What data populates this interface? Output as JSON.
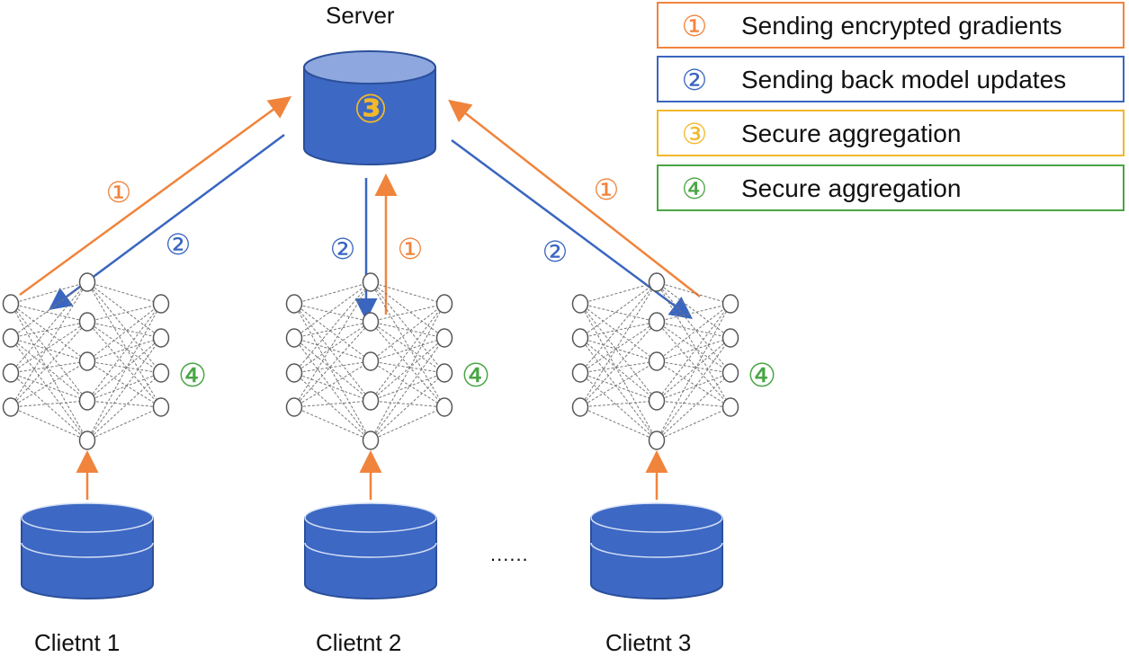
{
  "server": {
    "label": "Server",
    "step_marker": "③"
  },
  "legend": [
    {
      "marker": "①",
      "label": "Sending encrypted gradients",
      "color": "#f0843c"
    },
    {
      "marker": "②",
      "label": "Sending back model updates",
      "color": "#3a66c0"
    },
    {
      "marker": "③",
      "label": "Secure aggregation",
      "color": "#f2b82a"
    },
    {
      "marker": "④",
      "label": "Secure aggregation",
      "color": "#4aa545"
    }
  ],
  "clients": [
    {
      "label": "Clietnt 1",
      "local_marker": "④"
    },
    {
      "label": "Clietnt 2",
      "local_marker": "④"
    },
    {
      "label": "Clietnt 3",
      "local_marker": "④"
    }
  ],
  "flow_markers": {
    "upload": "①",
    "download": "②"
  },
  "ellipsis": "......",
  "colors": {
    "db_fill": "#3d68c4",
    "db_stroke": "#2b4f9a",
    "db_top_light": "#8ea8df",
    "upload_arrow": "#f0843c",
    "download_arrow": "#3a66c0",
    "network_edge": "#777777"
  },
  "icons": [
    "database-icon",
    "neural-network-icon",
    "arrow-icon"
  ]
}
